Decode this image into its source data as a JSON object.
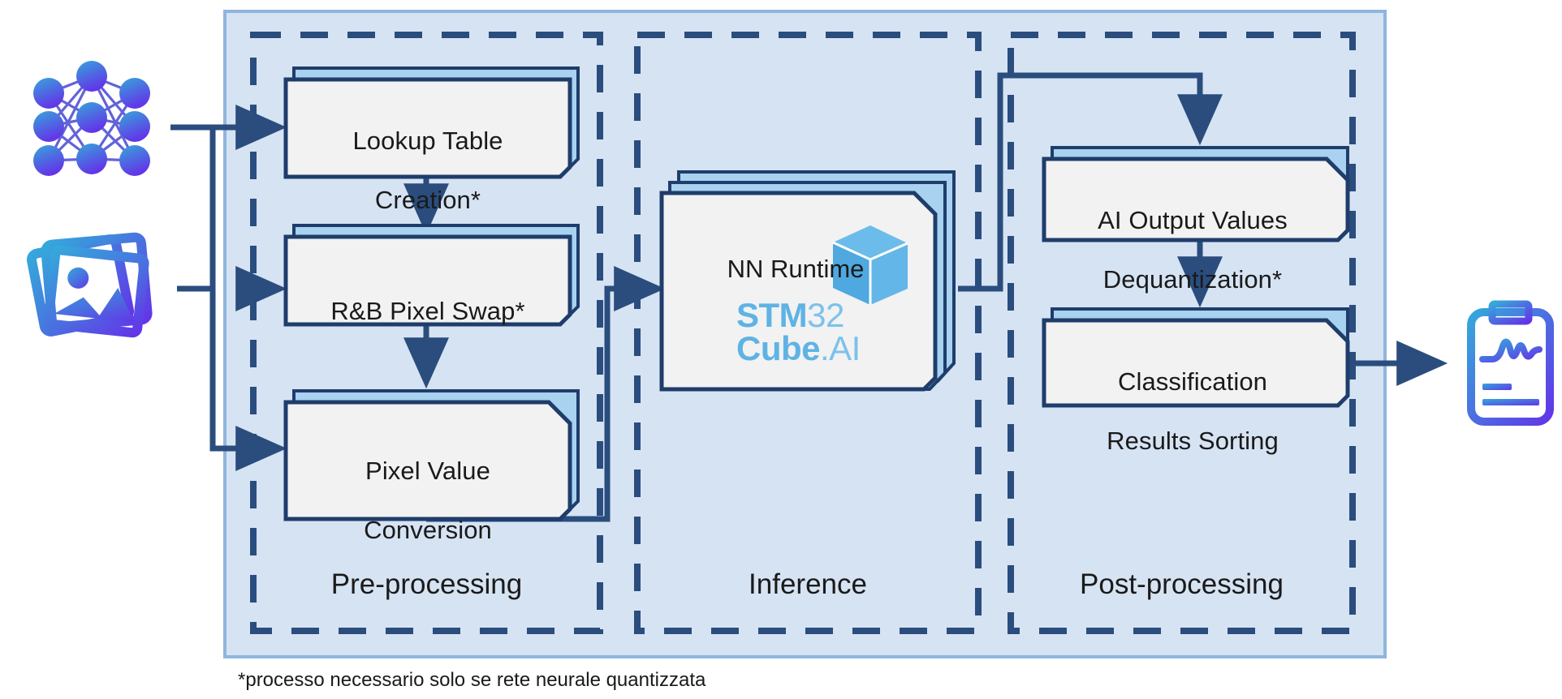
{
  "diagram": {
    "title_present": false,
    "footnote": "*processo necessario solo se rete neurale quantizzata",
    "colors": {
      "panel_fill": "#d6e3f3",
      "panel_border": "#8fb5dd",
      "group_border": "#2a4d7e",
      "box_fill": "#f2f2f2",
      "box_border": "#1f3d6b",
      "box_shadow_fill": "#a8d2ef",
      "arrow": "#2a4d7e",
      "logo_blue": "#5fb3e4",
      "icon_gradient_start": "#3aa3d8",
      "icon_gradient_end": "#5b3fe0"
    }
  },
  "inputs": {
    "neural_network_icon": "neural-network-icon",
    "images_icon": "image-stack-icon"
  },
  "output": {
    "results_icon": "clipboard-results-icon"
  },
  "groups": [
    {
      "id": "pre",
      "label": "Pre-processing"
    },
    {
      "id": "inference",
      "label": "Inference"
    },
    {
      "id": "post",
      "label": "Post-processing"
    }
  ],
  "boxes": {
    "lookup_table": {
      "line1": "Lookup Table",
      "line2": "Creation*"
    },
    "rb_pixel_swap": {
      "line1": "R&B Pixel Swap*",
      "line2": ""
    },
    "pixel_value_conversion": {
      "line1": "Pixel Value",
      "line2": "Conversion"
    },
    "nn_runtime": {
      "line1": "NN Runtime",
      "line2": ""
    },
    "ai_output_dequant": {
      "line1": "AI Output Values",
      "line2": "Dequantization*"
    },
    "classification_sorting": {
      "line1": "Classification",
      "line2": "Results Sorting"
    }
  },
  "logo": {
    "stm_bold": "STM",
    "stm_light": "32",
    "cube_bold": "Cube",
    "cube_light": ".AI",
    "cube_icon": "cube-3d-icon"
  }
}
